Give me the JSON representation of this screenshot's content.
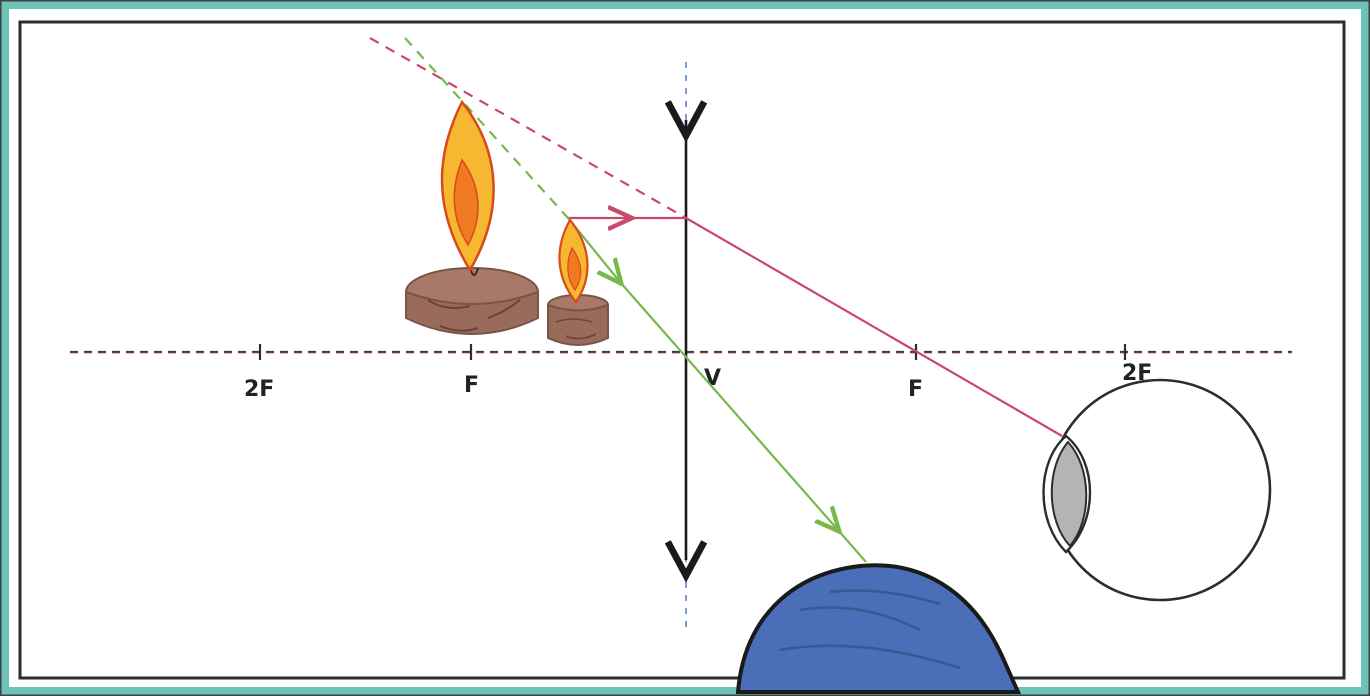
{
  "labels": {
    "left_2f": "2F",
    "left_f": "F",
    "vertex": "V",
    "right_f": "F",
    "right_2f": "2F"
  },
  "colors": {
    "frame": "#6ec3b8",
    "axis": "#3a3a3a",
    "lens": "#1a1a1a",
    "lens_guide": "#7f9bd6",
    "ray_red": "#c8496a",
    "ray_green": "#78b84a",
    "flame_outer": "#f5b830",
    "flame_edge": "#d84a1c",
    "candle_body": "#a87868",
    "eye_lens": "#b4b4b4",
    "hand": "#4a6fb8"
  },
  "icons": [
    "candle-object",
    "candle-image",
    "observer-eye",
    "observer-head"
  ]
}
